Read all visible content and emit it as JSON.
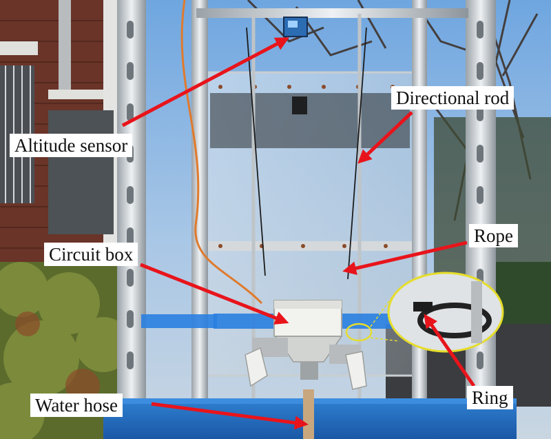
{
  "labels": {
    "altitude_sensor": "Altitude sensor",
    "directional_rod": "Directional rod",
    "rope": "Rope",
    "circuit_box": "Circuit box",
    "water_hose": "Water hose",
    "ring": "Ring"
  },
  "colors": {
    "arrow": "#e8141b",
    "callout_ring": "#e6dd2a",
    "label_background": "#ffffff",
    "label_text": "#111111"
  }
}
